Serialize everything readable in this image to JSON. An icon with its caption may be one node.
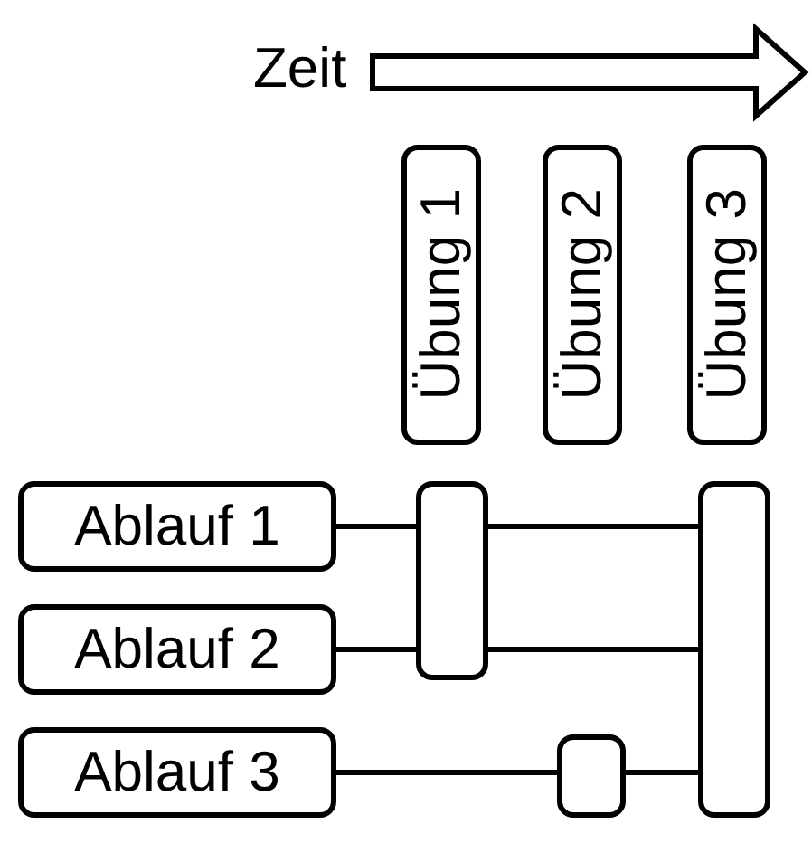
{
  "diagram": {
    "nodes": [
      {
        "text": [
          "Übung 1"
        ]
      },
      {
        "text": [
          "Übung 2"
        ]
      },
      {
        "text": [
          "Übung 3"
        ]
      },
      {
        "text": [
          "Ablauf 1"
        ]
      },
      {
        "text": [
          "Ablauf 2"
        ]
      },
      {
        "text": [
          "Ablauf 3"
        ]
      },
      {
        "text": [],
        "shape": "bar"
      },
      {
        "text": [],
        "shape": "bar"
      },
      {
        "text": [],
        "shape": "bar"
      }
    ],
    "edges": [
      {
        "from": 3,
        "to": 6,
        "arrow": "none"
      },
      {
        "from": 6,
        "to": 8,
        "arrow": "none"
      },
      {
        "from": 4,
        "to": 6,
        "arrow": "none"
      },
      {
        "from": 6,
        "to": 8,
        "arrow": "none"
      },
      {
        "from": 5,
        "to": 7,
        "arrow": "none"
      },
      {
        "from": 7,
        "to": 8,
        "arrow": "none"
      }
    ],
    "labels": [
      "Zeit"
    ]
  }
}
